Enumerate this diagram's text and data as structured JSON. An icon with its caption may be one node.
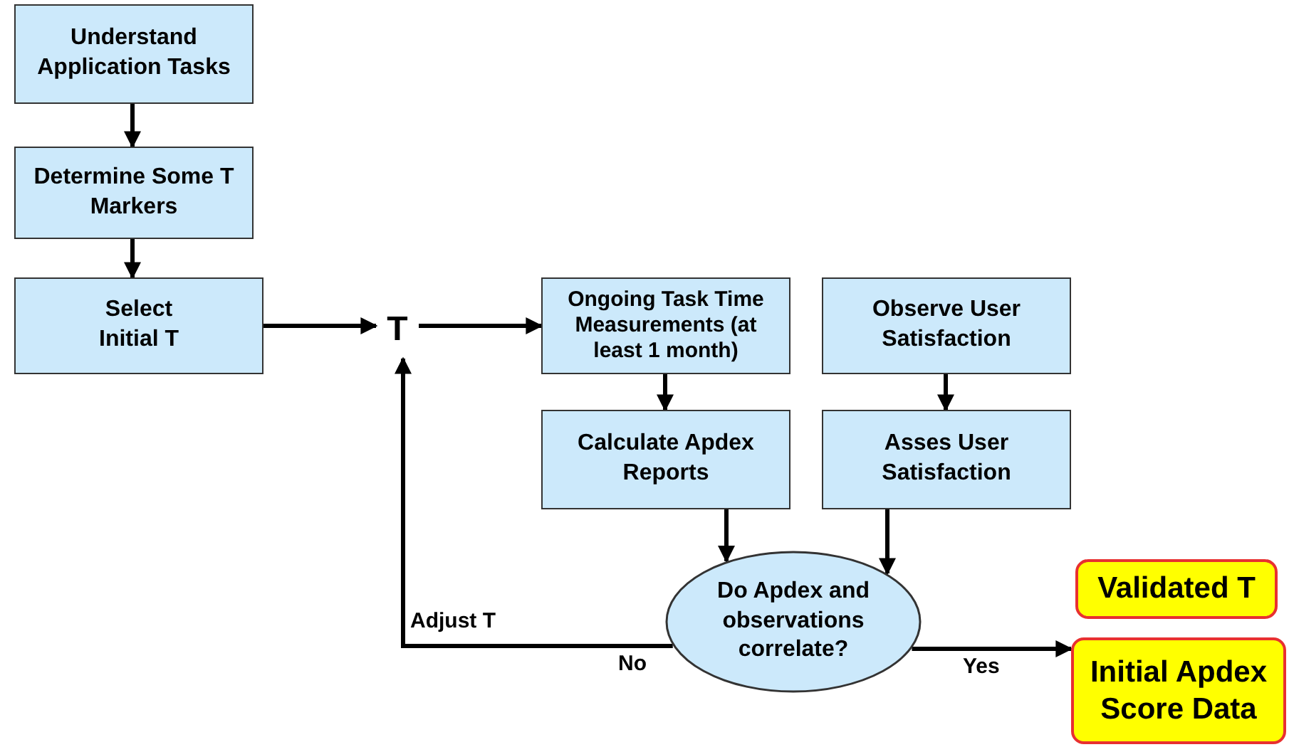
{
  "diagram": {
    "nodes": [
      {
        "text": [
          "Understand Application Tasks"
        ]
      },
      {
        "text": [
          "Determine Some T Markers"
        ]
      },
      {
        "text": [
          "Select Initial T"
        ]
      },
      {
        "text": [
          "T"
        ]
      },
      {
        "text": [
          "Ongoing Task Time Measurements (at least 1 month)"
        ]
      },
      {
        "text": [
          "Observe User Satisfaction"
        ]
      },
      {
        "text": [
          "Calculate Apdex Reports"
        ]
      },
      {
        "text": [
          "Asses User Satisfaction"
        ]
      },
      {
        "text": [
          "Do Apdex and observations correlate?"
        ]
      },
      {
        "text": [
          "Validated T"
        ]
      },
      {
        "text": [
          "Initial Apdex Score Data"
        ]
      }
    ],
    "edges": [
      {
        "from": 0,
        "to": 1,
        "arrow": "to"
      },
      {
        "from": 1,
        "to": 2,
        "arrow": "to"
      },
      {
        "from": 2,
        "to": 3,
        "arrow": "to"
      },
      {
        "from": 3,
        "to": 4,
        "arrow": "to"
      },
      {
        "from": 4,
        "to": 6,
        "arrow": "to"
      },
      {
        "from": 5,
        "to": 7,
        "arrow": "to"
      },
      {
        "from": 6,
        "to": 8,
        "arrow": "to"
      },
      {
        "from": 7,
        "to": 8,
        "arrow": "to"
      },
      {
        "from": 8,
        "to": 3,
        "arrow": "to",
        "label": "No"
      },
      {
        "from": 8,
        "to": 10,
        "arrow": "to",
        "label": "Yes"
      }
    ],
    "labels": [
      "Adjust T"
    ]
  }
}
